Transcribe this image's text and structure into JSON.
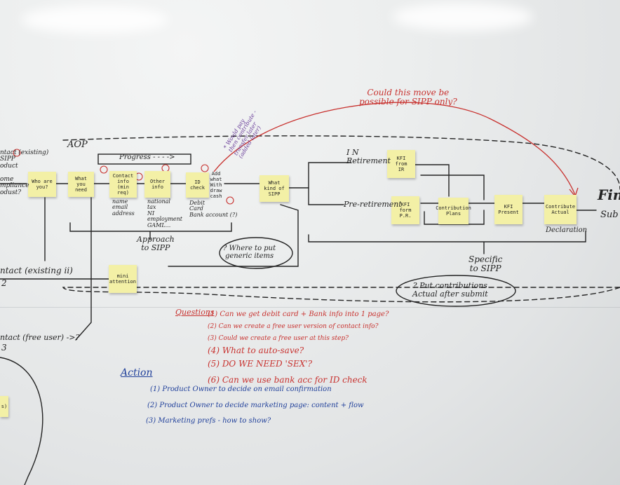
{
  "board": {
    "aop_label": "AOP",
    "progress_label": "Progress - - - ->",
    "finish_label": "Fin",
    "submit_label": "Sub",
    "curve_note": "Could this move be\npossible for SIPP only?",
    "side_note": "* Would pay\nthen contribute - transfer later\n(added later)",
    "notes": [
      "Who are\nyou?",
      "What\nyou\nneed",
      "Contact\ninfo\n(min req)",
      "Other\ninfo",
      "ID\ncheck",
      "Add what\nWith draw\ncash",
      "What\nkind of\nSIPP",
      "KFI\nfrom\nIR",
      "KFI\nform\nP.R.",
      "Contribution\nPlans",
      "KFI\nPresent",
      "Contribute\nActual",
      "mini\nattention"
    ],
    "labels": {
      "in_retirement": "I N\nRetirement",
      "pre_retirement": "Pre-retirement",
      "approach": "Approach\nto SIPP",
      "specific": "Specific\nto SIPP",
      "declaration": "Declaration",
      "contact_fields": "name\nemail\naddress",
      "other_fields": "national\ntax\nNI\nemployment\nGAML...",
      "id_fields": "Debit\nCard\nBank account (?)",
      "where_generic": "? Where to put\ngeneric items",
      "put_contributions": "? Put contributions\nActual after submit",
      "left_top": "ntact (existing)\nSIPP\noduct\n\nome\nmpliance\nodust?",
      "left_mid": "ntact (existing ii)",
      "left_bottom": "ntact (free user) ->?",
      "left_circle_1": "2",
      "left_circle_2": "3",
      "left_sticky": "s)"
    },
    "questions": {
      "title": "Questions",
      "items": [
        "(1) Can we get debit card + Bank info into 1 page?",
        "(2) Can we create a free user version of contact info?",
        "(3) Could we create a free user at this step?",
        "(4) What to auto-save?",
        "(5) DO WE NEED 'SEX'?",
        "(6) Can we use bank acc for ID check"
      ]
    },
    "actions": {
      "title": "Action",
      "items": [
        "(1) Product Owner to decide on email confirmation",
        "(2) Product Owner to decide marketing page: content + flow",
        "(3) Marketing prefs - how to show?"
      ]
    },
    "colors": {
      "ink_black": "#232323",
      "ink_red": "#c8322f",
      "ink_blue": "#1f3f9a",
      "ink_purple": "#6a3f9a",
      "sticky_yellow": "#f3f0a6"
    }
  }
}
